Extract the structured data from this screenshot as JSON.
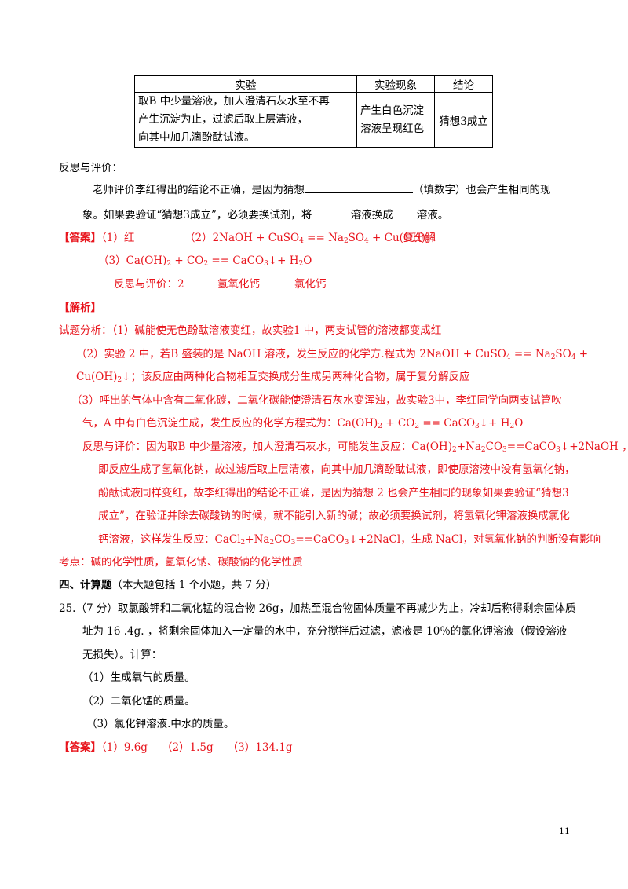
{
  "table": {
    "headers": [
      "实验",
      "实验现象",
      "结论"
    ],
    "row": {
      "experiment": [
        "取B 中少量溶液，加人澄清石灰水至不再",
        "产生沉淀为止，过滤后取上层清液，",
        "向其中加几滴酚酞试液。"
      ],
      "phenomenon": [
        "产生白色沉淀",
        "溶液呈现红色"
      ],
      "conclusion": "猜想3成立"
    }
  },
  "reflection": {
    "heading": "反思与评价：",
    "line1_a": "老师评价李红得出的结论不正确，是因为猜想",
    "line1_b": "（填数字）也会产生相同的现",
    "line2_a": "象。如果要验证“猜想3成立”，必须要换试剂，将",
    "line2_b": "溶液换成",
    "line2_c": "溶液。"
  },
  "answer1": {
    "label": "【答案】",
    "a1": "（1）红",
    "a2": "（2）2NaOH + CuSO",
    "a2_s1": "4",
    "a2_m": " == Na",
    "a2_s2": "2",
    "a2_m2": "SO",
    "a2_s3": "4",
    "a2_e": " + Cu(OH)",
    "a2_s4": "2",
    "a2_arrow": "↓",
    "a2_type": "复分解",
    "a3": "（3）Ca(OH)",
    "a3_s1": "2",
    "a3_m": " + CO",
    "a3_s2": "2",
    "a3_m2": " == CaCO",
    "a3_s3": "3",
    "a3_e": "↓+ H",
    "a3_s4": "2",
    "a3_e2": "O",
    "refl": "反思与评价：2",
    "refl_b": "氢氧化钙",
    "refl_c": "氯化钙"
  },
  "analysis": {
    "label": "【解析】",
    "l1": "试题分析：（1）碱能使无色酚酞溶液变红，故实验1 中，两支试管的溶液都变成红",
    "l2": "（2）实验 2 中，若B 盛装的是 NaOH 溶液，发生反应的化学方.程式为 2NaOH + CuSO",
    "l2_s": "4",
    "l2_e": " == Na",
    "l2_s2": "2",
    "l2_e2": "SO",
    "l2_s3": "4",
    "l2_e3": " +",
    "l3": "Cu(OH)",
    "l3_s": "2",
    "l3_e": "↓；该反应由两种化合物相互交换成分生成另两种化合物，属于复分解反应",
    "l4": "（3）呼出的气体中含有二氧化碳，二氧化碳能使澄清石灰水变浑浊，故实验3中，李红同学向两支试管吹",
    "l5": "气，A 中有白色沉淀生成，发生反应的化学方程式为：Ca(OH)",
    "l5_s": "2",
    "l5_e": " + CO",
    "l5_s2": "2",
    "l5_e2": " == CaCO",
    "l5_s3": "3",
    "l5_e3": "↓+ H",
    "l5_s4": "2",
    "l5_e4": "O",
    "l6": "反思与评价：因为取B 中少量溶液，加人澄清石灰水，可能发生反应：Ca(OH)",
    "l6_s": "2",
    "l6_e": "+Na",
    "l6_s2": "2",
    "l6_e2": "CO",
    "l6_s3": "3",
    "l6_e3": "==CaCO",
    "l6_s4": "3",
    "l6_e4": "↓+2NaOH ，",
    "l7": "即反应生成了氢氧化钠，故过滤后取上层清液，向其中加几滴酚酞试液，即使原溶液中没有氢氧化钠，",
    "l8": "酚酞试液同样变红，故李红得出的结论不正确，是因为猜想 2 也会产生相同的现象如果要验证“猜想3",
    "l9": "成立”，在验证并除去碳酸钠的时候，就不能引入新的碱；故必须要换试剂，将氢氧化钾溶液换成氯化",
    "l10": "钙溶液，这样发生反应：CaCl",
    "l10_s": "2",
    "l10_e": "+Na",
    "l10_s2": "2",
    "l10_e2": "CO",
    "l10_s3": "3",
    "l10_e3": "==CaCO",
    "l10_s4": "3",
    "l10_e4": "↓+2NaCl，生成 NaCl，对氢氧化钠的判断没有影响",
    "kp": "考点：碱的化学性质，氢氧化钠、碳酸钠的化学性质"
  },
  "section4": {
    "title": "四、计算题",
    "note": "（本大题包括 1 个小题，共 7 分）"
  },
  "q25": {
    "l1": "25.（7 分）取氯酸钾和二氧化锰的混合物 26g，加热至混合物固体质量不再减少为止，冷却后称得剩余固体质",
    "l2": "址为 16 .4g. ，将剩余固体加入一定量的水中，充分搅拌后过滤，滤液是 10％的氯化钾溶液（假设溶液",
    "l3": "无损失）。计算：",
    "s1": "（1）生成氧气的质量。",
    "s2": "（2）二氧化锰的质量。",
    "s3": "（3）氯化钾溶液.中水的质量。"
  },
  "answer2": {
    "label": "【答案】",
    "a1": "（1）9.6g",
    "a2": "（2）1.5g",
    "a3": "（3）134.1g"
  },
  "page_number": "11"
}
